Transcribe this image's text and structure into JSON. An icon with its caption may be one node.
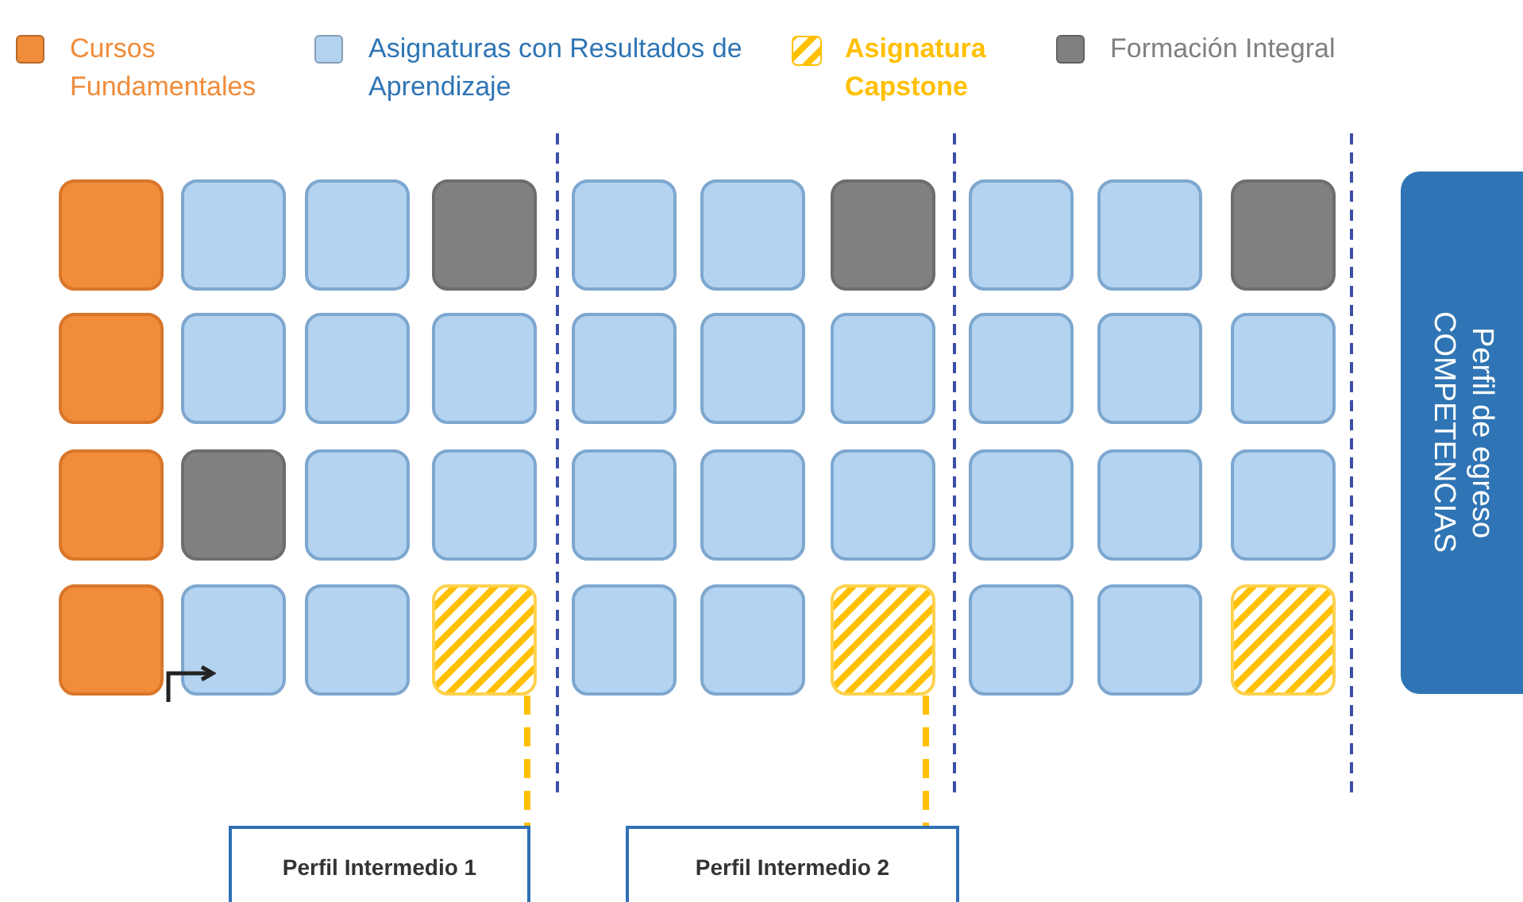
{
  "diagram": {
    "nodes": [
      {
        "text": [],
        "shape": "box"
      },
      {
        "text": [],
        "shape": "box"
      },
      {
        "text": [],
        "shape": "box"
      },
      {
        "text": [],
        "shape": "box"
      },
      {
        "text": [],
        "shape": "box"
      },
      {
        "text": [],
        "shape": "box"
      },
      {
        "text": [],
        "shape": "box"
      },
      {
        "text": [],
        "shape": "box"
      },
      {
        "text": [],
        "shape": "box"
      },
      {
        "text": [],
        "shape": "box"
      },
      {
        "text": [],
        "shape": "box"
      },
      {
        "text": [],
        "shape": "box"
      },
      {
        "text": [],
        "shape": "box"
      },
      {
        "text": [],
        "shape": "box"
      },
      {
        "text": [],
        "shape": "box"
      },
      {
        "text": [],
        "shape": "box"
      },
      {
        "text": [],
        "shape": "box"
      },
      {
        "text": [],
        "shape": "box"
      },
      {
        "text": [],
        "shape": "box"
      },
      {
        "text": [],
        "shape": "box"
      },
      {
        "text": [],
        "shape": "box"
      },
      {
        "text": [],
        "shape": "box"
      },
      {
        "text": [],
        "shape": "box"
      },
      {
        "text": [],
        "shape": "box"
      },
      {
        "text": [],
        "shape": "box"
      },
      {
        "text": [],
        "shape": "box"
      },
      {
        "text": [],
        "shape": "box"
      },
      {
        "text": [],
        "shape": "box"
      },
      {
        "text": [],
        "shape": "box"
      },
      {
        "text": [],
        "shape": "box"
      },
      {
        "text": [],
        "shape": "box"
      },
      {
        "text": [],
        "shape": "box"
      },
      {
        "text": [],
        "shape": "box"
      },
      {
        "text": [],
        "shape": "box"
      },
      {
        "text": [],
        "shape": "box"
      },
      {
        "text": [],
        "shape": "box"
      },
      {
        "text": [],
        "shape": "box"
      },
      {
        "text": [],
        "shape": "box"
      },
      {
        "text": [],
        "shape": "box"
      },
      {
        "text": [],
        "shape": "box"
      },
      {
        "text": [
          "Perfil de egreso",
          "COMPETENCIAS"
        ]
      },
      {
        "text": [
          "Perfil Intermedio 1"
        ]
      },
      {
        "text": [
          "Perfil Intermedio 2"
        ]
      }
    ],
    "edges": [
      {
        "from": 30,
        "to": 31,
        "arrow": "to",
        "color": "#222222"
      },
      {
        "from": 33,
        "to": 41,
        "arrow": "none",
        "style": "dashed",
        "color": "#ffc000"
      },
      {
        "from": 36,
        "to": 42,
        "arrow": "none",
        "style": "dashed",
        "color": "#ffc000"
      }
    ],
    "legend": [
      {
        "text": "Cursos Fundamentales",
        "color": "#f08c3a"
      },
      {
        "text": "Asignaturas con Resultados de Aprendizaje",
        "color": "#b3d3f0"
      },
      {
        "text": "Asignatura Capstone"
      },
      {
        "text": "Formación Integral",
        "color": "#808080"
      }
    ]
  }
}
